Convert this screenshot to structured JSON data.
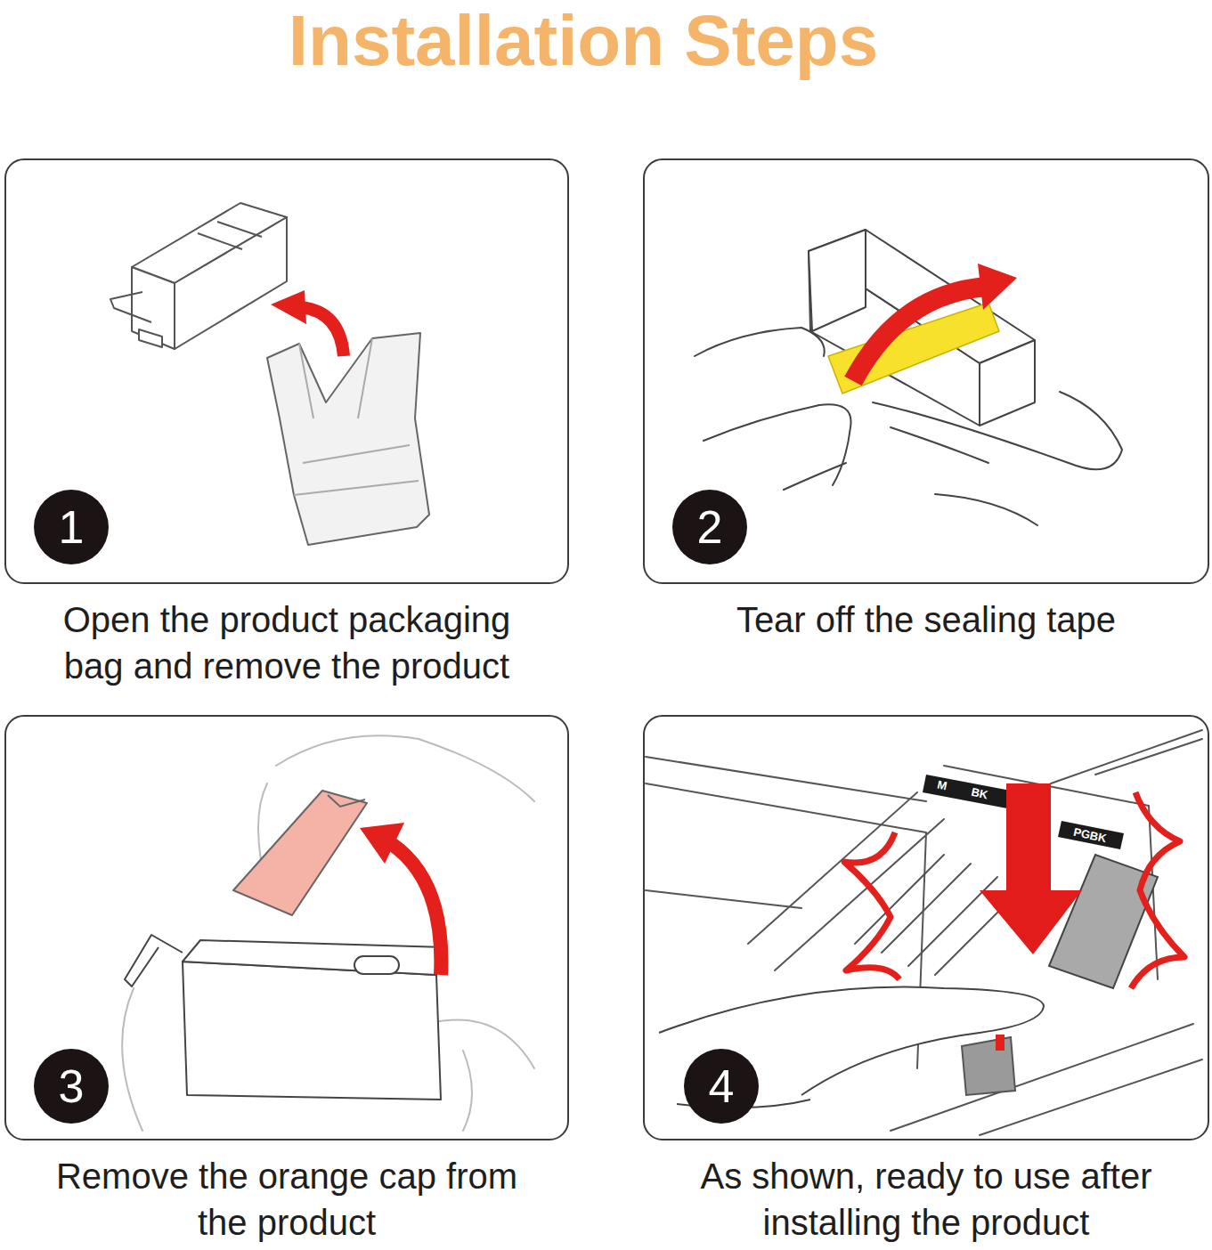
{
  "diagram": {
    "title": "Installation Steps",
    "nodes": [
      {
        "text": [
          "Open the product packaging bag and remove the product"
        ]
      },
      {
        "text": [
          "1"
        ],
        "in": 0
      },
      {
        "text": [
          "Tear off the sealing tape"
        ]
      },
      {
        "text": [
          "2"
        ],
        "in": 2
      },
      {
        "text": [
          "Remove the orange cap from the product"
        ]
      },
      {
        "text": [
          "3"
        ],
        "in": 4
      },
      {
        "text": [
          "As shown, ready to use after installing the product"
        ]
      },
      {
        "text": [
          "4"
        ],
        "in": 6
      }
    ],
    "labels": [
      "M",
      "BK",
      "PGBK"
    ]
  }
}
